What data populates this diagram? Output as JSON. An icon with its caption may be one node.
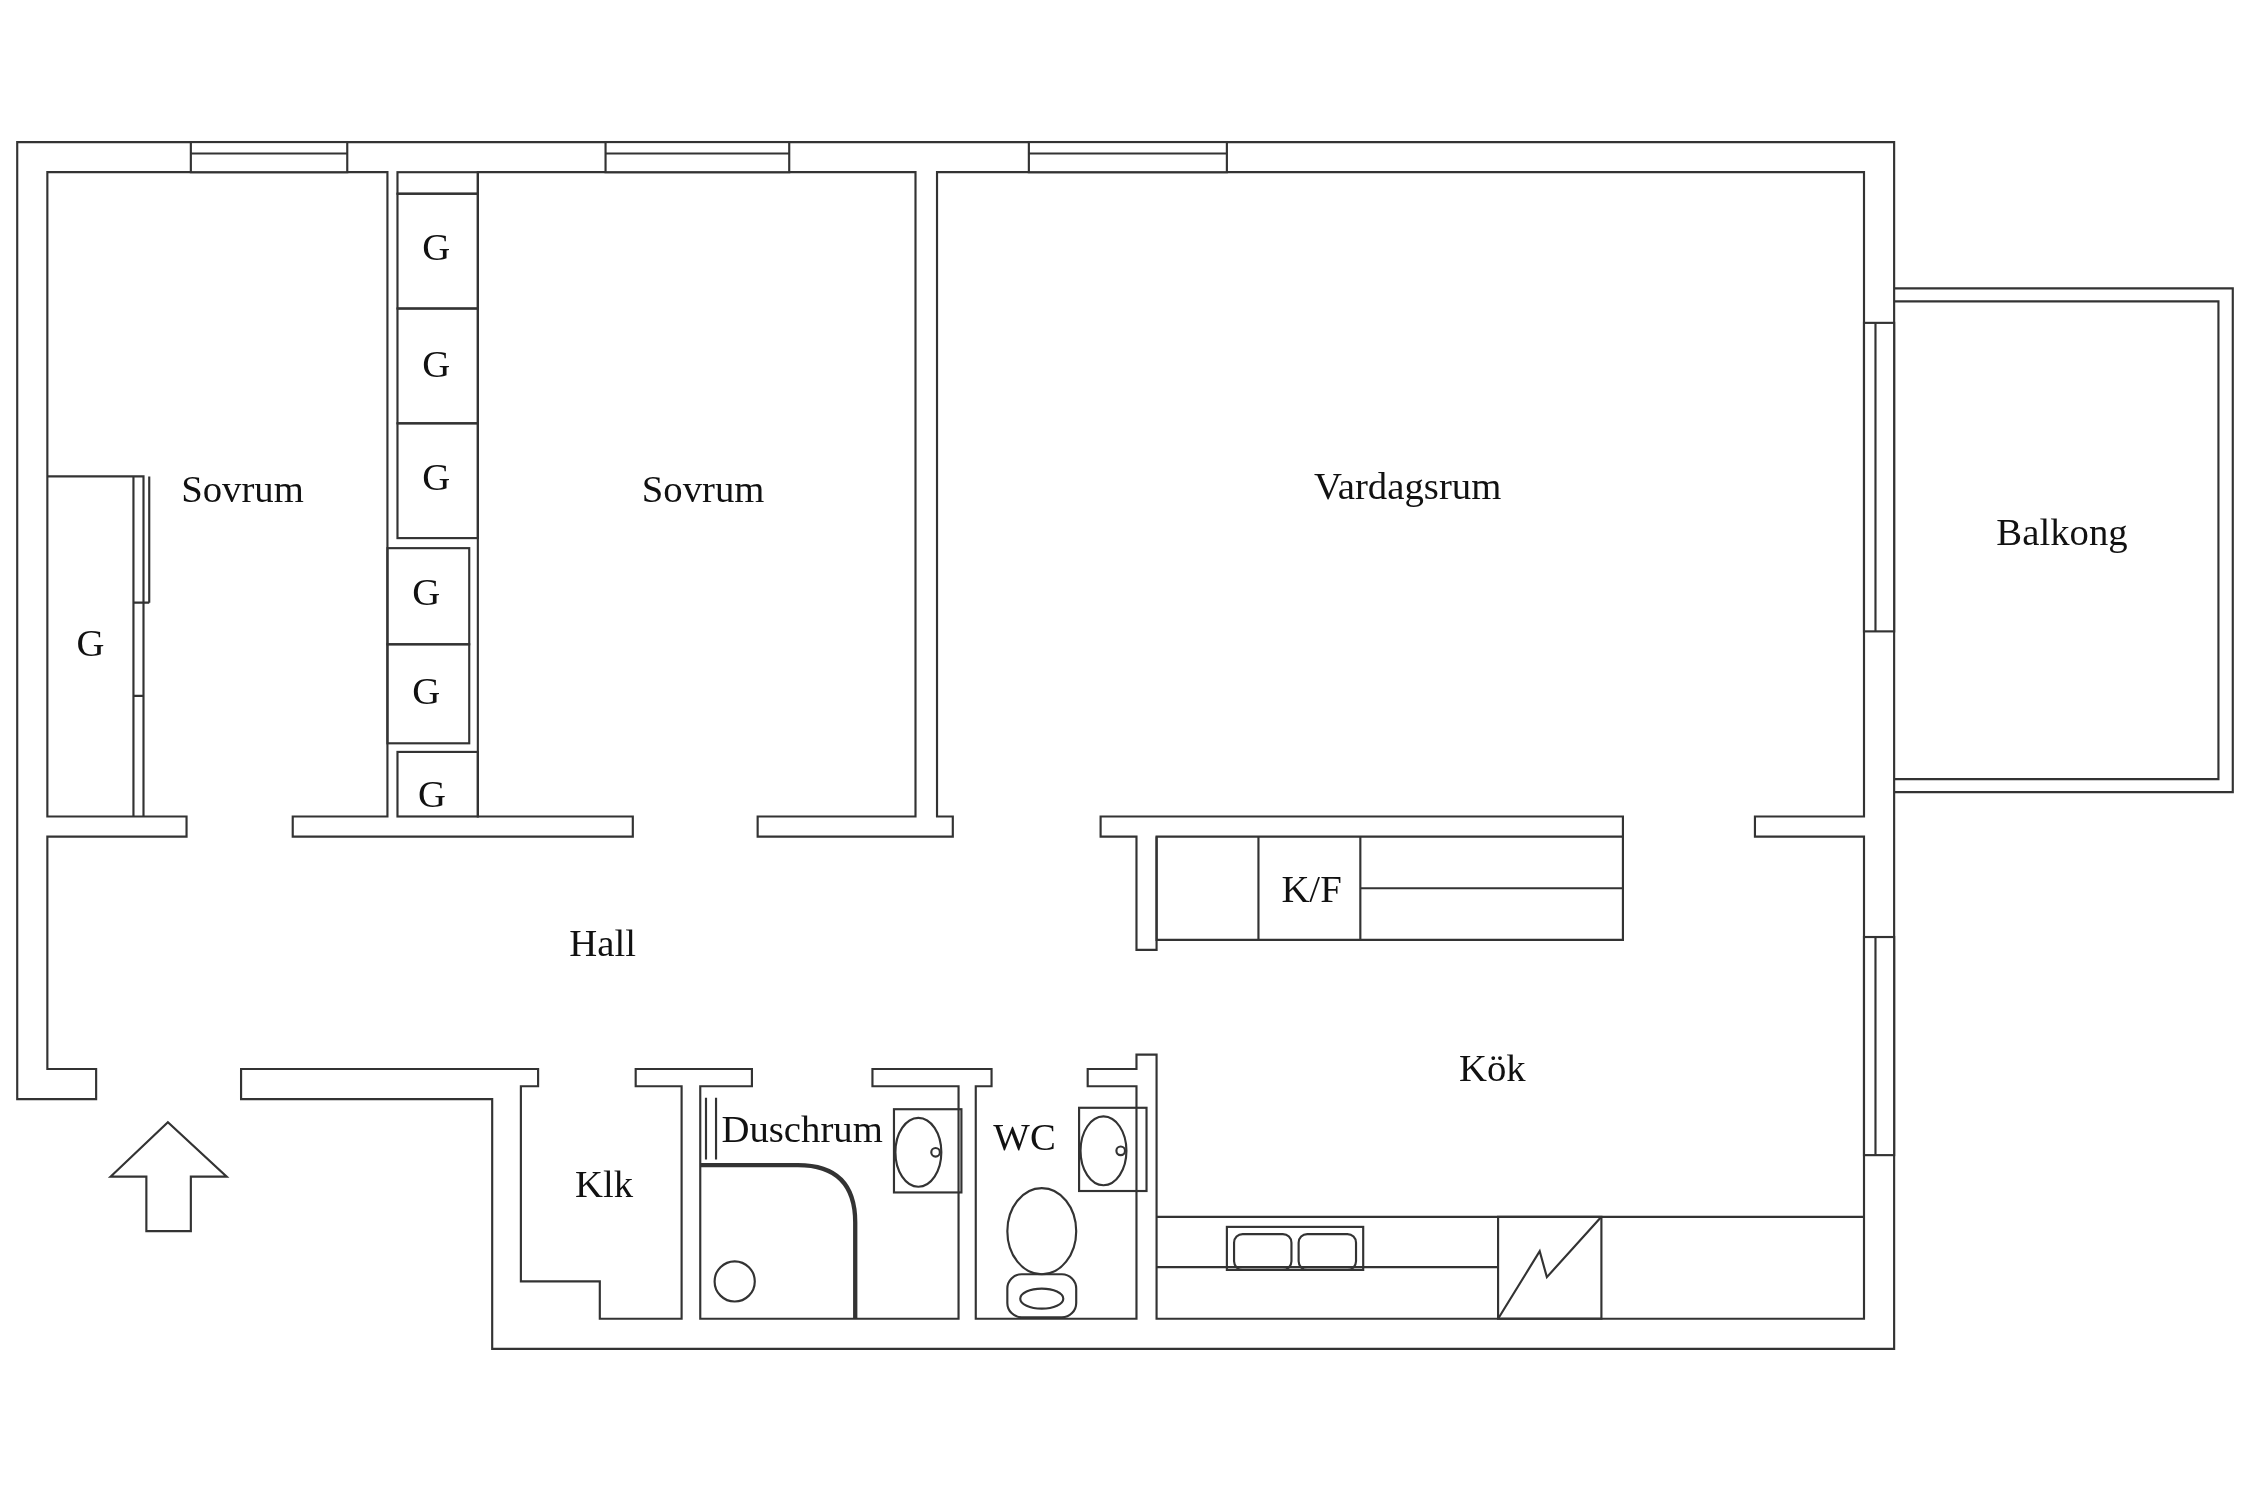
{
  "diagram": {
    "labels": [
      "Sovrum",
      "Sovrum",
      "Vardagsrum",
      "G",
      "G",
      "G",
      "Balkong",
      "G",
      "G",
      "G",
      "G",
      "K/F",
      "Hall",
      "Kök",
      "Duschrum",
      "WC",
      "Klk"
    ]
  }
}
